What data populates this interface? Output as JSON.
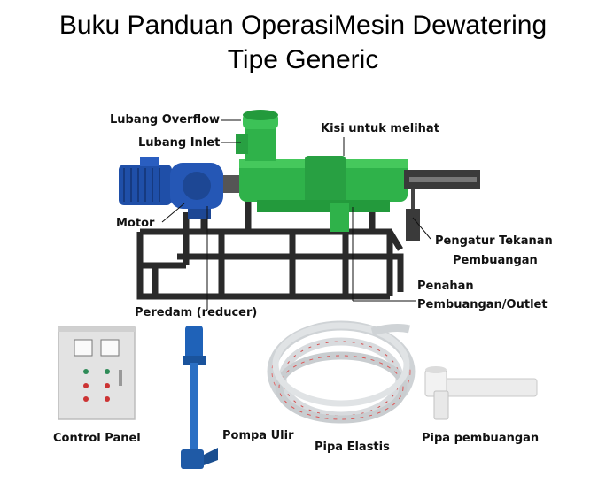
{
  "title": {
    "line1": "Buku Panduan OperasiMesin Dewatering",
    "line2": "Tipe Generic"
  },
  "labels": {
    "overflow": "Lubang Overflow",
    "inlet": "Lubang Inlet",
    "kisi": "Kisi untuk melihat",
    "motor": "Motor",
    "pengatur_1": "Pengatur Tekanan",
    "pengatur_2": "Pembuangan",
    "peredam": "Peredam (reducer)",
    "penahan_1": "Penahan",
    "penahan_2": "Pembuangan/Outlet",
    "control_panel": "Control Panel",
    "pompa": "Pompa Ulir",
    "pipa_elastis": "Pipa Elastis",
    "pipa_pembuangan": "Pipa pembuangan"
  },
  "colors": {
    "machine_green": "#2fb24a",
    "motor_blue": "#1f4fa8",
    "frame_dark": "#2a2a2a",
    "panel_gray": "#e3e3e3"
  }
}
